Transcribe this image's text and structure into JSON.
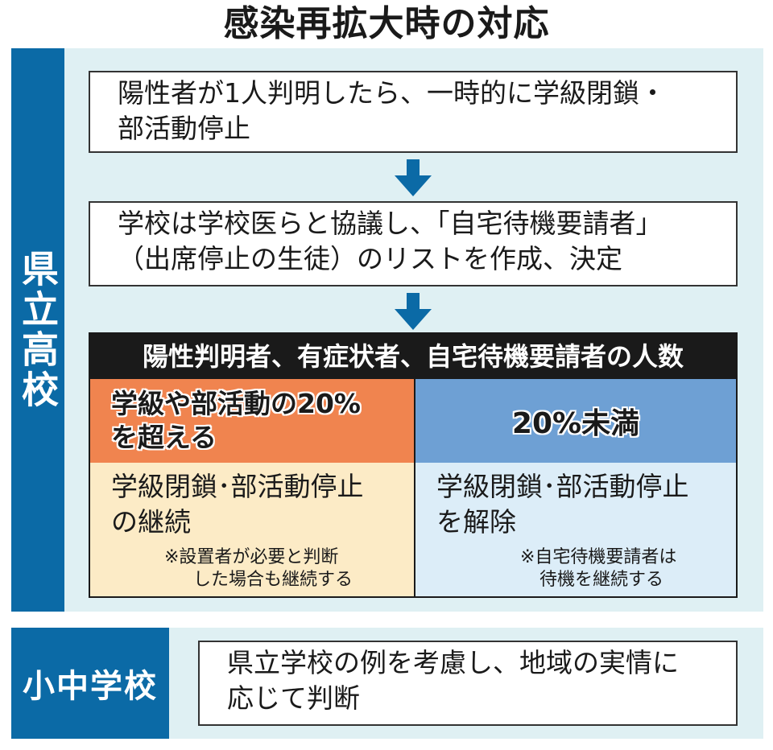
{
  "title": "感染再拡大時の対応",
  "prefectural": {
    "label": "県立高校",
    "step1": {
      "line1": "陽性者が1人判明したら、一時的に学級閉鎖・",
      "line2": "部活動停止"
    },
    "step2": {
      "line1": "学校は学校医らと協議し、「自宅待機要請者」",
      "line2": "（出席停止の生徒）のリストを作成、決定"
    },
    "table": {
      "header": "陽性判明者、有症状者、自宅待機要請者の人数",
      "over": {
        "line1": "学級や部活動の20%",
        "line2": "を超える"
      },
      "under": "20%未満",
      "over_result": {
        "line1": "学級閉鎖･部活動停止",
        "line2": "の継続",
        "note1": "※設置者が必要と判断",
        "note2": "した場合も継続する"
      },
      "under_result": {
        "line1": "学級閉鎖･部活動停止",
        "line2": "を解除",
        "note1": "※自宅待機要請者は",
        "note2": "待機を継続する"
      }
    }
  },
  "elementary": {
    "label": "小中学校",
    "text": {
      "line1": "県立学校の例を考慮し、地域の実情に",
      "line2": "応じて判断"
    }
  },
  "colors": {
    "sidebar": "#0b6aa6",
    "panel": "#dff0f3",
    "arrow": "#0b6aa6",
    "over": "#f0844f",
    "under": "#6ea0d4",
    "over_result": "#fcebc6",
    "under_result": "#dcedf8"
  }
}
